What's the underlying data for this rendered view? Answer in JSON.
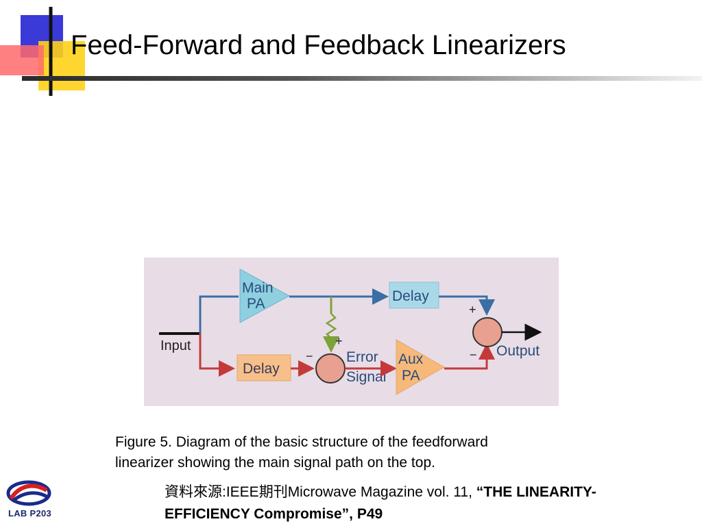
{
  "slide": {
    "title": "Feed-Forward and Feedback Linearizers"
  },
  "diagram": {
    "input_label": "Input",
    "output_label": "Output",
    "main_pa_line1": "Main",
    "main_pa_line2": "PA",
    "aux_pa_line1": "Aux",
    "aux_pa_line2": "PA",
    "delay_top_label": "Delay",
    "delay_bottom_label": "Delay",
    "error_signal_line1": "Error",
    "error_signal_line2": "Signal",
    "plus_sign": "+",
    "minus_sign": "−",
    "colors": {
      "background": "#e8dde6",
      "top_path": "#3a6ea5",
      "bottom_path": "#c43a3a",
      "coupler": "#7ea23a",
      "main_pa": "#8ecfe0",
      "aux_pa": "#f6b97a",
      "delay_top": "#a9d9e8",
      "delay_bottom": "#f7c08a",
      "summer": "#e8a090"
    }
  },
  "caption": {
    "line1": "Figure 5. Diagram of the basic structure of the feedforward",
    "line2": "linearizer showing the main signal path on the top."
  },
  "source": {
    "prefix": "資料來源:IEEE期刊Microwave Magazine vol. 11, ",
    "bold_part1": "“THE LINEARITY-",
    "bold_part2": "EFFICIENCY Compromise”, P49"
  },
  "logo": {
    "text": "LAB P203"
  }
}
